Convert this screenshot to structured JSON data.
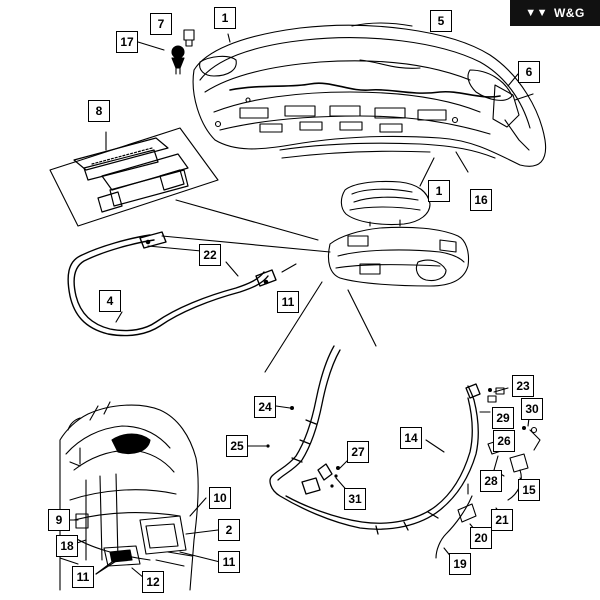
{
  "brand": {
    "text": "W&G",
    "mark": "▼▼"
  },
  "callouts": [
    "1",
    "5",
    "7",
    "17",
    "6",
    "8",
    "16",
    "1",
    "22",
    "11",
    "4",
    "23",
    "24",
    "29",
    "30",
    "25",
    "27",
    "14",
    "26",
    "28",
    "15",
    "31",
    "21",
    "20",
    "19",
    "10",
    "2",
    "9",
    "11",
    "18",
    "11",
    "12"
  ]
}
